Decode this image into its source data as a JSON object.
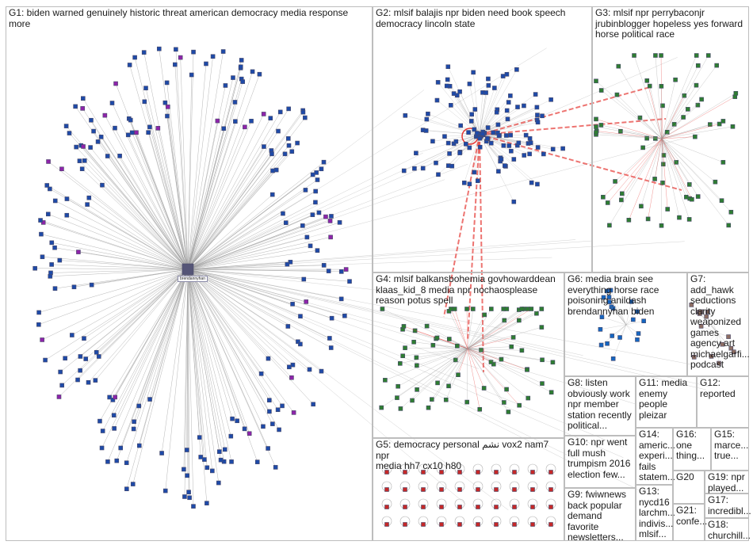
{
  "groups": [
    {
      "id": "G1",
      "label": "G1: biden warned genuinely historic threat american democracy media response more"
    },
    {
      "id": "G2",
      "label": "G2: mlsif balajis npr biden need book speech\ndemocracy lincoln state"
    },
    {
      "id": "G3",
      "label": "G3: mlsif npr perrybaconjr\njrubinblogger hopeless yes forward\nhorse political race"
    },
    {
      "id": "G4",
      "label": "G4: mlsif balkansbohemia govhowarddean\nklaas_kid_8 media npr nochaosplease\nreason potus spell"
    },
    {
      "id": "G5",
      "label": "G5: democracy personal ﻧﺸﻢ vox2 nam7 npr\nmedia hh7 cx10 h80"
    },
    {
      "id": "G6",
      "label": "G6: media brain see\neverything horse race\npoisoning anildash\nbrendannyhan biden"
    },
    {
      "id": "G7",
      "label": "G7:\nadd_hawk\nseductions\nclarity\nweaponized\ngames\nagency art\nmichaelgarfi...\npodcast"
    },
    {
      "id": "G8",
      "label": "G8: listen\nobviously work\nnpr member\nstation recently\npolitical..."
    },
    {
      "id": "G9",
      "label": "G9: fwiwnews\nback popular\ndemand favorite\nnewsletters..."
    },
    {
      "id": "G10",
      "label": "G10: npr went\nfull mush\ntrumpism 2016\nelection few..."
    },
    {
      "id": "G11",
      "label": "G11: media\nenemy people\npleizar"
    },
    {
      "id": "G12",
      "label": "G12:\nreported"
    },
    {
      "id": "G13",
      "label": "G13:\nnycd16\nlarchm...\nindivis...\nmlsif..."
    },
    {
      "id": "G14",
      "label": "G14:\nameric...\nexperi...\nfails\nstatem..."
    },
    {
      "id": "G15",
      "label": "G15:\nmarce...\ntrue..."
    },
    {
      "id": "G16",
      "label": "G16:\none\nthing..."
    },
    {
      "id": "G17",
      "label": "G17:\nincredibl..."
    },
    {
      "id": "G18",
      "label": "G18:\nchurchill..."
    },
    {
      "id": "G19",
      "label": "G19: npr\nplayed..."
    },
    {
      "id": "G20",
      "label": "G20"
    },
    {
      "id": "G21",
      "label": "G21:\nconfe..."
    }
  ],
  "hub_label": "brendannyhan",
  "colors": {
    "panel_border": "#bdbdbd",
    "edge_gray": "#9e9e9e",
    "edge_red": "#e53935",
    "node_blue": "#1e4aa8",
    "node_green": "#2e7d32",
    "node_red": "#c62828",
    "node_brown": "#8d6e63"
  }
}
